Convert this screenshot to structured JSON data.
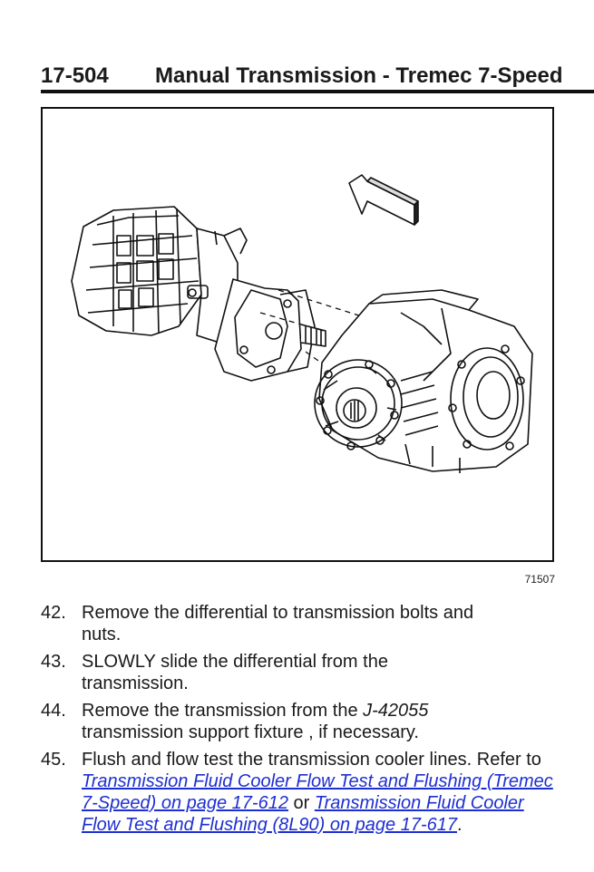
{
  "header": {
    "page_number": "17-504",
    "title": "Manual Transmission - Tremec 7-Speed"
  },
  "figure": {
    "id": "71507",
    "icon": "transmission-differential-illustration"
  },
  "steps": [
    {
      "number": "42.",
      "text": "Remove the differential to transmission bolts and nuts."
    },
    {
      "number": "43.",
      "text": "SLOWLY slide the differential from the transmission."
    },
    {
      "number": "44.",
      "pre": "Remove the transmission from the ",
      "tool": "J-42055",
      "post": " transmission support fixture , if necessary."
    },
    {
      "number": "45.",
      "pre": "Flush and flow test the transmission cooler lines. Refer to ",
      "link1": "Transmission Fluid Cooler Flow Test and Flushing (Tremec 7-Speed) on page 17-612",
      "mid": " or ",
      "link2": "Transmission Fluid Cooler Flow Test and Flushing (8L90) on page 17-617",
      "post": "."
    }
  ],
  "colors": {
    "link": "#1e2fd0",
    "text": "#1a1a1a"
  }
}
